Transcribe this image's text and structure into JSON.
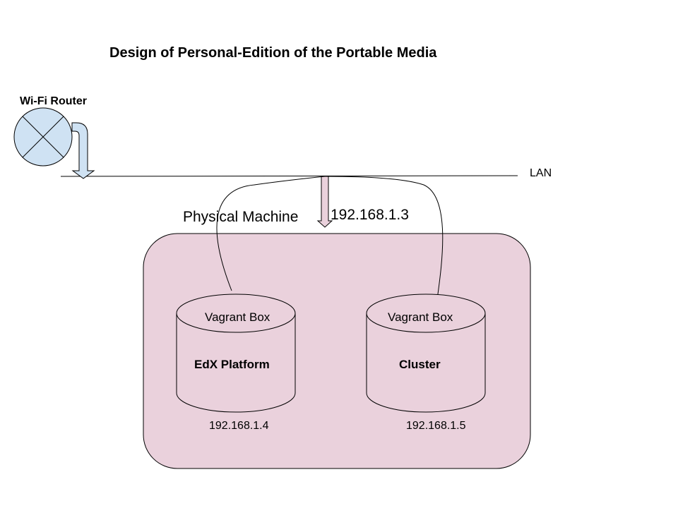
{
  "title": "Design of Personal-Edition of the Portable Media",
  "router": {
    "label": "Wi-Fi Router",
    "icon": "router-icon"
  },
  "lan": {
    "label": "LAN"
  },
  "physical_machine": {
    "label": "Physical Machine",
    "ip": "192.168.1.3"
  },
  "boxes": [
    {
      "heading": "Vagrant Box",
      "name": "EdX Platform",
      "ip": "192.168.1.4"
    },
    {
      "heading": "Vagrant Box",
      "name": "Cluster",
      "ip": "192.168.1.5"
    }
  ],
  "colors": {
    "router_fill": "#cfe2f3",
    "arrow_fill_blue": "#cfe2f3",
    "arrow_fill_pink": "#ead1dc",
    "machine_fill": "#ead1dc",
    "stroke": "#000000"
  }
}
